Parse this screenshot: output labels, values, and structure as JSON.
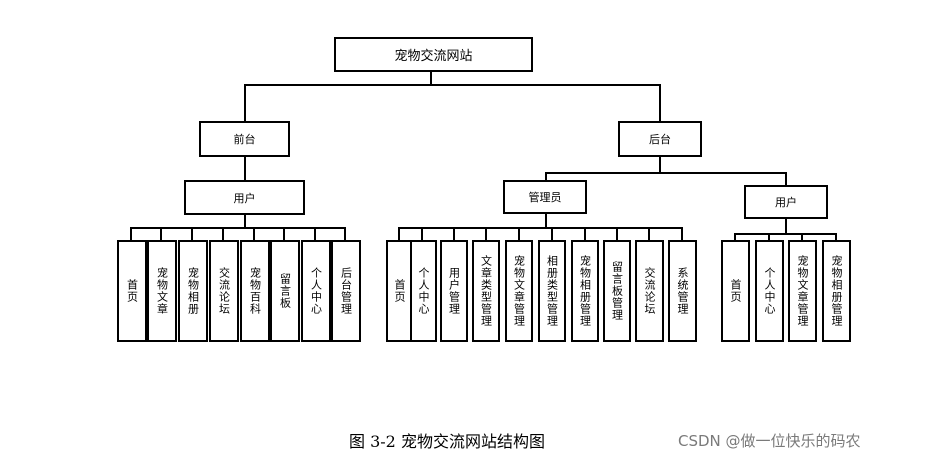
{
  "root": "宠物交流网站",
  "front": {
    "label": "前台",
    "role": "用户",
    "modules": [
      "首页",
      "宠物文章",
      "宠物相册",
      "交流论坛",
      "宠物百科",
      "留言板",
      "个人中心",
      "后台管理"
    ]
  },
  "back": {
    "label": "后台",
    "admin": {
      "label": "管理员",
      "modules": [
        "首页",
        "个人中心",
        "用户管理",
        "文章类型管理",
        "宠物文章管理",
        "相册类型管理",
        "宠物相册管理",
        "留言板管理",
        "交流论坛",
        "系统管理"
      ]
    },
    "user": {
      "label": "用户",
      "modules": [
        "首页",
        "个人中心",
        "宠物文章管理",
        "宠物相册管理"
      ]
    }
  },
  "caption": "图 3-2 宠物交流网站结构图",
  "watermark": "CSDN @做一位快乐的码农"
}
